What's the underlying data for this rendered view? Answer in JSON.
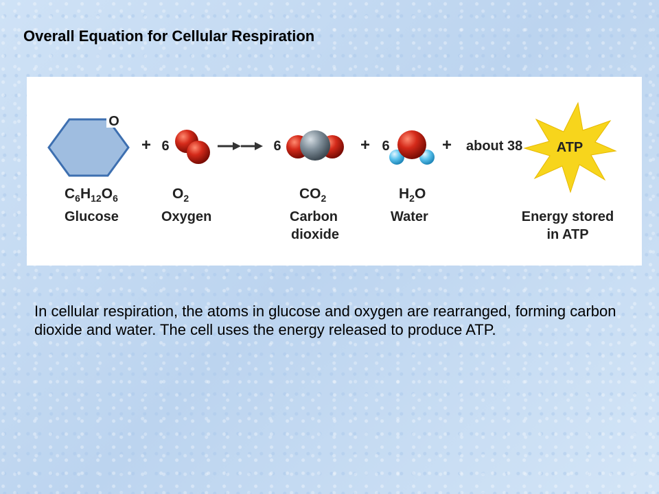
{
  "title": "Overall Equation for Cellular Respiration",
  "diagram": {
    "glucose": {
      "formula": "C6H12O6",
      "name": "Glucose",
      "ring_atom": "O"
    },
    "oxygen": {
      "coefficient": "6",
      "formula": "O2",
      "name": "Oxygen"
    },
    "carbon_dioxide": {
      "coefficient": "6",
      "formula": "CO2",
      "name_line1": "Carbon",
      "name_line2": "dioxide"
    },
    "water": {
      "coefficient": "6",
      "formula": "H2O",
      "name": "Water"
    },
    "atp": {
      "prefix": "about 38",
      "label": "ATP",
      "name_line1": "Energy stored",
      "name_line2": "in ATP"
    },
    "plus": "+",
    "colors": {
      "hexagon": "#9fbde0",
      "oxygen_atom": "#d42a1a",
      "carbon_atom": "#7f8e99",
      "hydrogen_atom": "#5cc4ee",
      "star": "#f7d51c"
    }
  },
  "description": "In cellular respiration, the atoms in glucose and oxygen are rearranged, forming carbon dioxide and water. The cell uses the energy released to produce ATP."
}
